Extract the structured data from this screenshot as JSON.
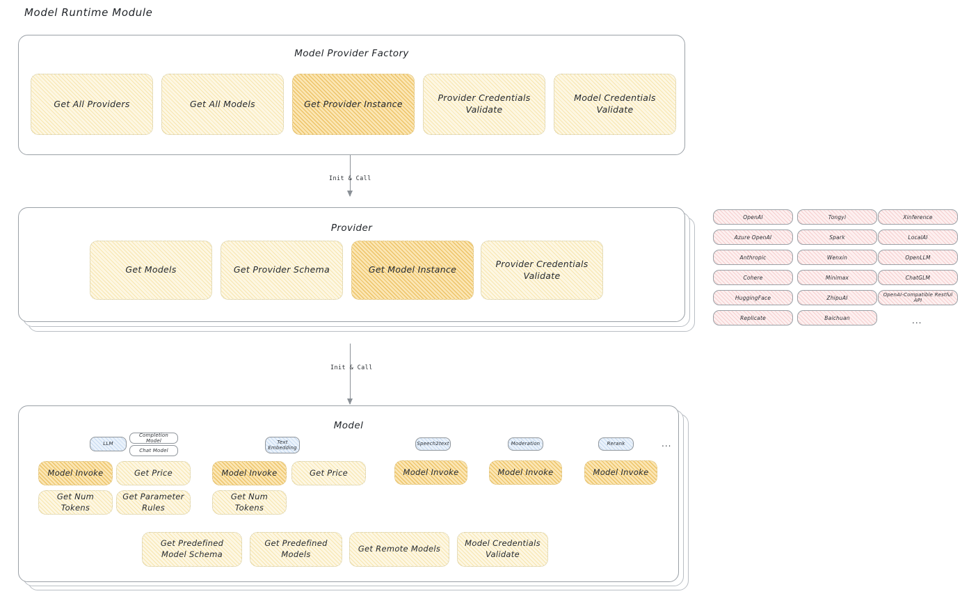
{
  "page": {
    "title": "Model Runtime Module"
  },
  "factory": {
    "title": "Model Provider Factory",
    "nodes": [
      {
        "label": "Get All Providers",
        "emphasis": false
      },
      {
        "label": "Get All Models",
        "emphasis": false
      },
      {
        "label": "Get Provider Instance",
        "emphasis": true
      },
      {
        "label": "Provider Credentials Validate",
        "emphasis": false
      },
      {
        "label": "Model Credentials Validate",
        "emphasis": false
      }
    ]
  },
  "arrow1": {
    "label": "Init & Call"
  },
  "provider": {
    "title": "Provider",
    "nodes": [
      {
        "label": "Get Models",
        "emphasis": false
      },
      {
        "label": "Get Provider Schema",
        "emphasis": false
      },
      {
        "label": "Get Model Instance",
        "emphasis": true
      },
      {
        "label": "Provider Credentials Validate",
        "emphasis": false
      }
    ]
  },
  "arrow2": {
    "label": "Init & Call"
  },
  "provider_list": {
    "columns": [
      {
        "items": [
          "OpenAI",
          "Azure OpenAI",
          "Anthropic",
          "Cohere",
          "HuggingFace",
          "Replicate"
        ]
      },
      {
        "items": [
          "Tongyi",
          "Spark",
          "Wenxin",
          "Minimax",
          "ZhipuAI",
          "Baichuan"
        ]
      },
      {
        "items": [
          "Xinference",
          "LocalAI",
          "OpenLLM",
          "ChatGLM",
          "OpenAI-Compatible Restful API"
        ]
      }
    ],
    "more": "..."
  },
  "model": {
    "title": "Model",
    "more": "...",
    "groups": [
      {
        "badge": "LLM",
        "subtypes": [
          "Completion Model",
          "Chat Model"
        ],
        "nodes": [
          {
            "label": "Model Invoke",
            "emphasis": true
          },
          {
            "label": "Get Price",
            "emphasis": false
          },
          {
            "label": "Get Num Tokens",
            "emphasis": false
          },
          {
            "label": "Get Parameter Rules",
            "emphasis": false
          }
        ]
      },
      {
        "badge": "Text Embedding",
        "subtypes": [],
        "nodes": [
          {
            "label": "Model Invoke",
            "emphasis": true
          },
          {
            "label": "Get Price",
            "emphasis": false
          },
          {
            "label": "Get Num Tokens",
            "emphasis": false
          }
        ]
      },
      {
        "badge": "Speech2text",
        "subtypes": [],
        "nodes": [
          {
            "label": "Model Invoke",
            "emphasis": true
          }
        ]
      },
      {
        "badge": "Moderation",
        "subtypes": [],
        "nodes": [
          {
            "label": "Model Invoke",
            "emphasis": true
          }
        ]
      },
      {
        "badge": "Rerank",
        "subtypes": [],
        "nodes": [
          {
            "label": "Model Invoke",
            "emphasis": true
          }
        ]
      }
    ],
    "common_nodes": [
      {
        "label": "Get Predefined Model Schema"
      },
      {
        "label": "Get Predefined Models"
      },
      {
        "label": "Get Remote Models"
      },
      {
        "label": "Model Credentials Validate"
      }
    ]
  },
  "colors": {
    "fill_light": "#fdf7e3",
    "fill_strong": "#fbe6b4",
    "fill_rose": "#fdf0f0",
    "fill_blue": "#eaf2fb",
    "stroke": "#9aa0a6",
    "text": "#1f2328"
  }
}
